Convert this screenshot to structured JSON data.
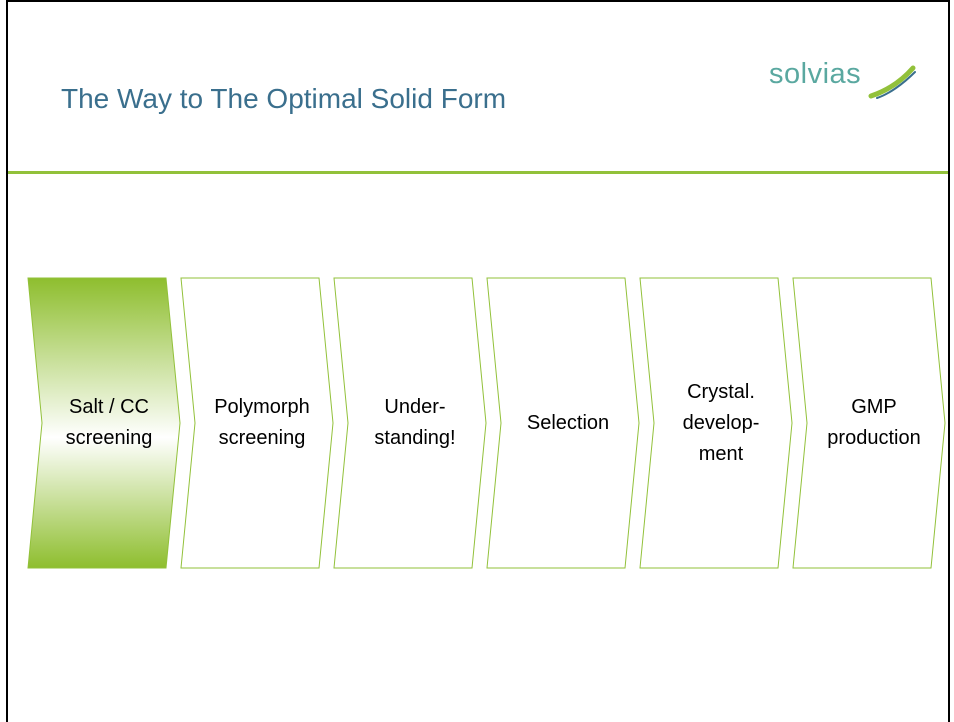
{
  "slide": {
    "title": "The Way to The Optimal Solid Form",
    "logo": {
      "text": "solvias",
      "icon": "swoosh-icon"
    }
  },
  "process": {
    "steps": [
      {
        "label": "Salt / CC\nscreening",
        "active": true
      },
      {
        "label": "Polymorph\nscreening",
        "active": false
      },
      {
        "label": "Under-\nstanding!",
        "active": false
      },
      {
        "label": "Selection",
        "active": false
      },
      {
        "label": "Crystal.\ndevelop-\nment",
        "active": false
      },
      {
        "label": "GMP\nproduction",
        "active": false
      }
    ]
  },
  "colors": {
    "title": "#3a6f8d",
    "accent_green": "#92c13a",
    "logo_teal": "#5aa8a0"
  }
}
